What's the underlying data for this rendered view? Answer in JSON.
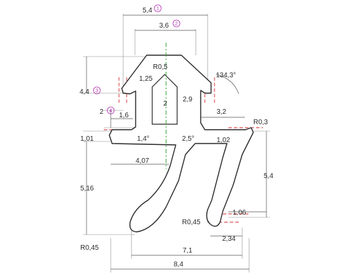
{
  "dimensions": {
    "top_width": "5,4",
    "top_width_note": "1",
    "inner_width": "3,6",
    "inner_width_note": "2",
    "head_height": "4,4",
    "head_height_note": "3",
    "step_height": "2",
    "step_height_note": "4",
    "step_width": "1,6",
    "left_lip": "1,01",
    "leg_height": "5,16",
    "radius_top": "R0,5",
    "slot_width": "1,25",
    "slot_height": "2,9",
    "slot_depth": "2",
    "angle_top": "134,3°",
    "shoulder_width": "3,2",
    "radius_right": "R0,3",
    "angle_left": "1,4°",
    "angle_right": "2,5°",
    "right_leg_width": "1,02",
    "center_offset": "4,07",
    "right_height": "5,4",
    "right_tip": "1,06",
    "radius_tip": "R0,45",
    "tip_offset": "2,34",
    "inner_span": "7,1",
    "overall_width": "8,4",
    "radius_bottom": "R0,45"
  }
}
